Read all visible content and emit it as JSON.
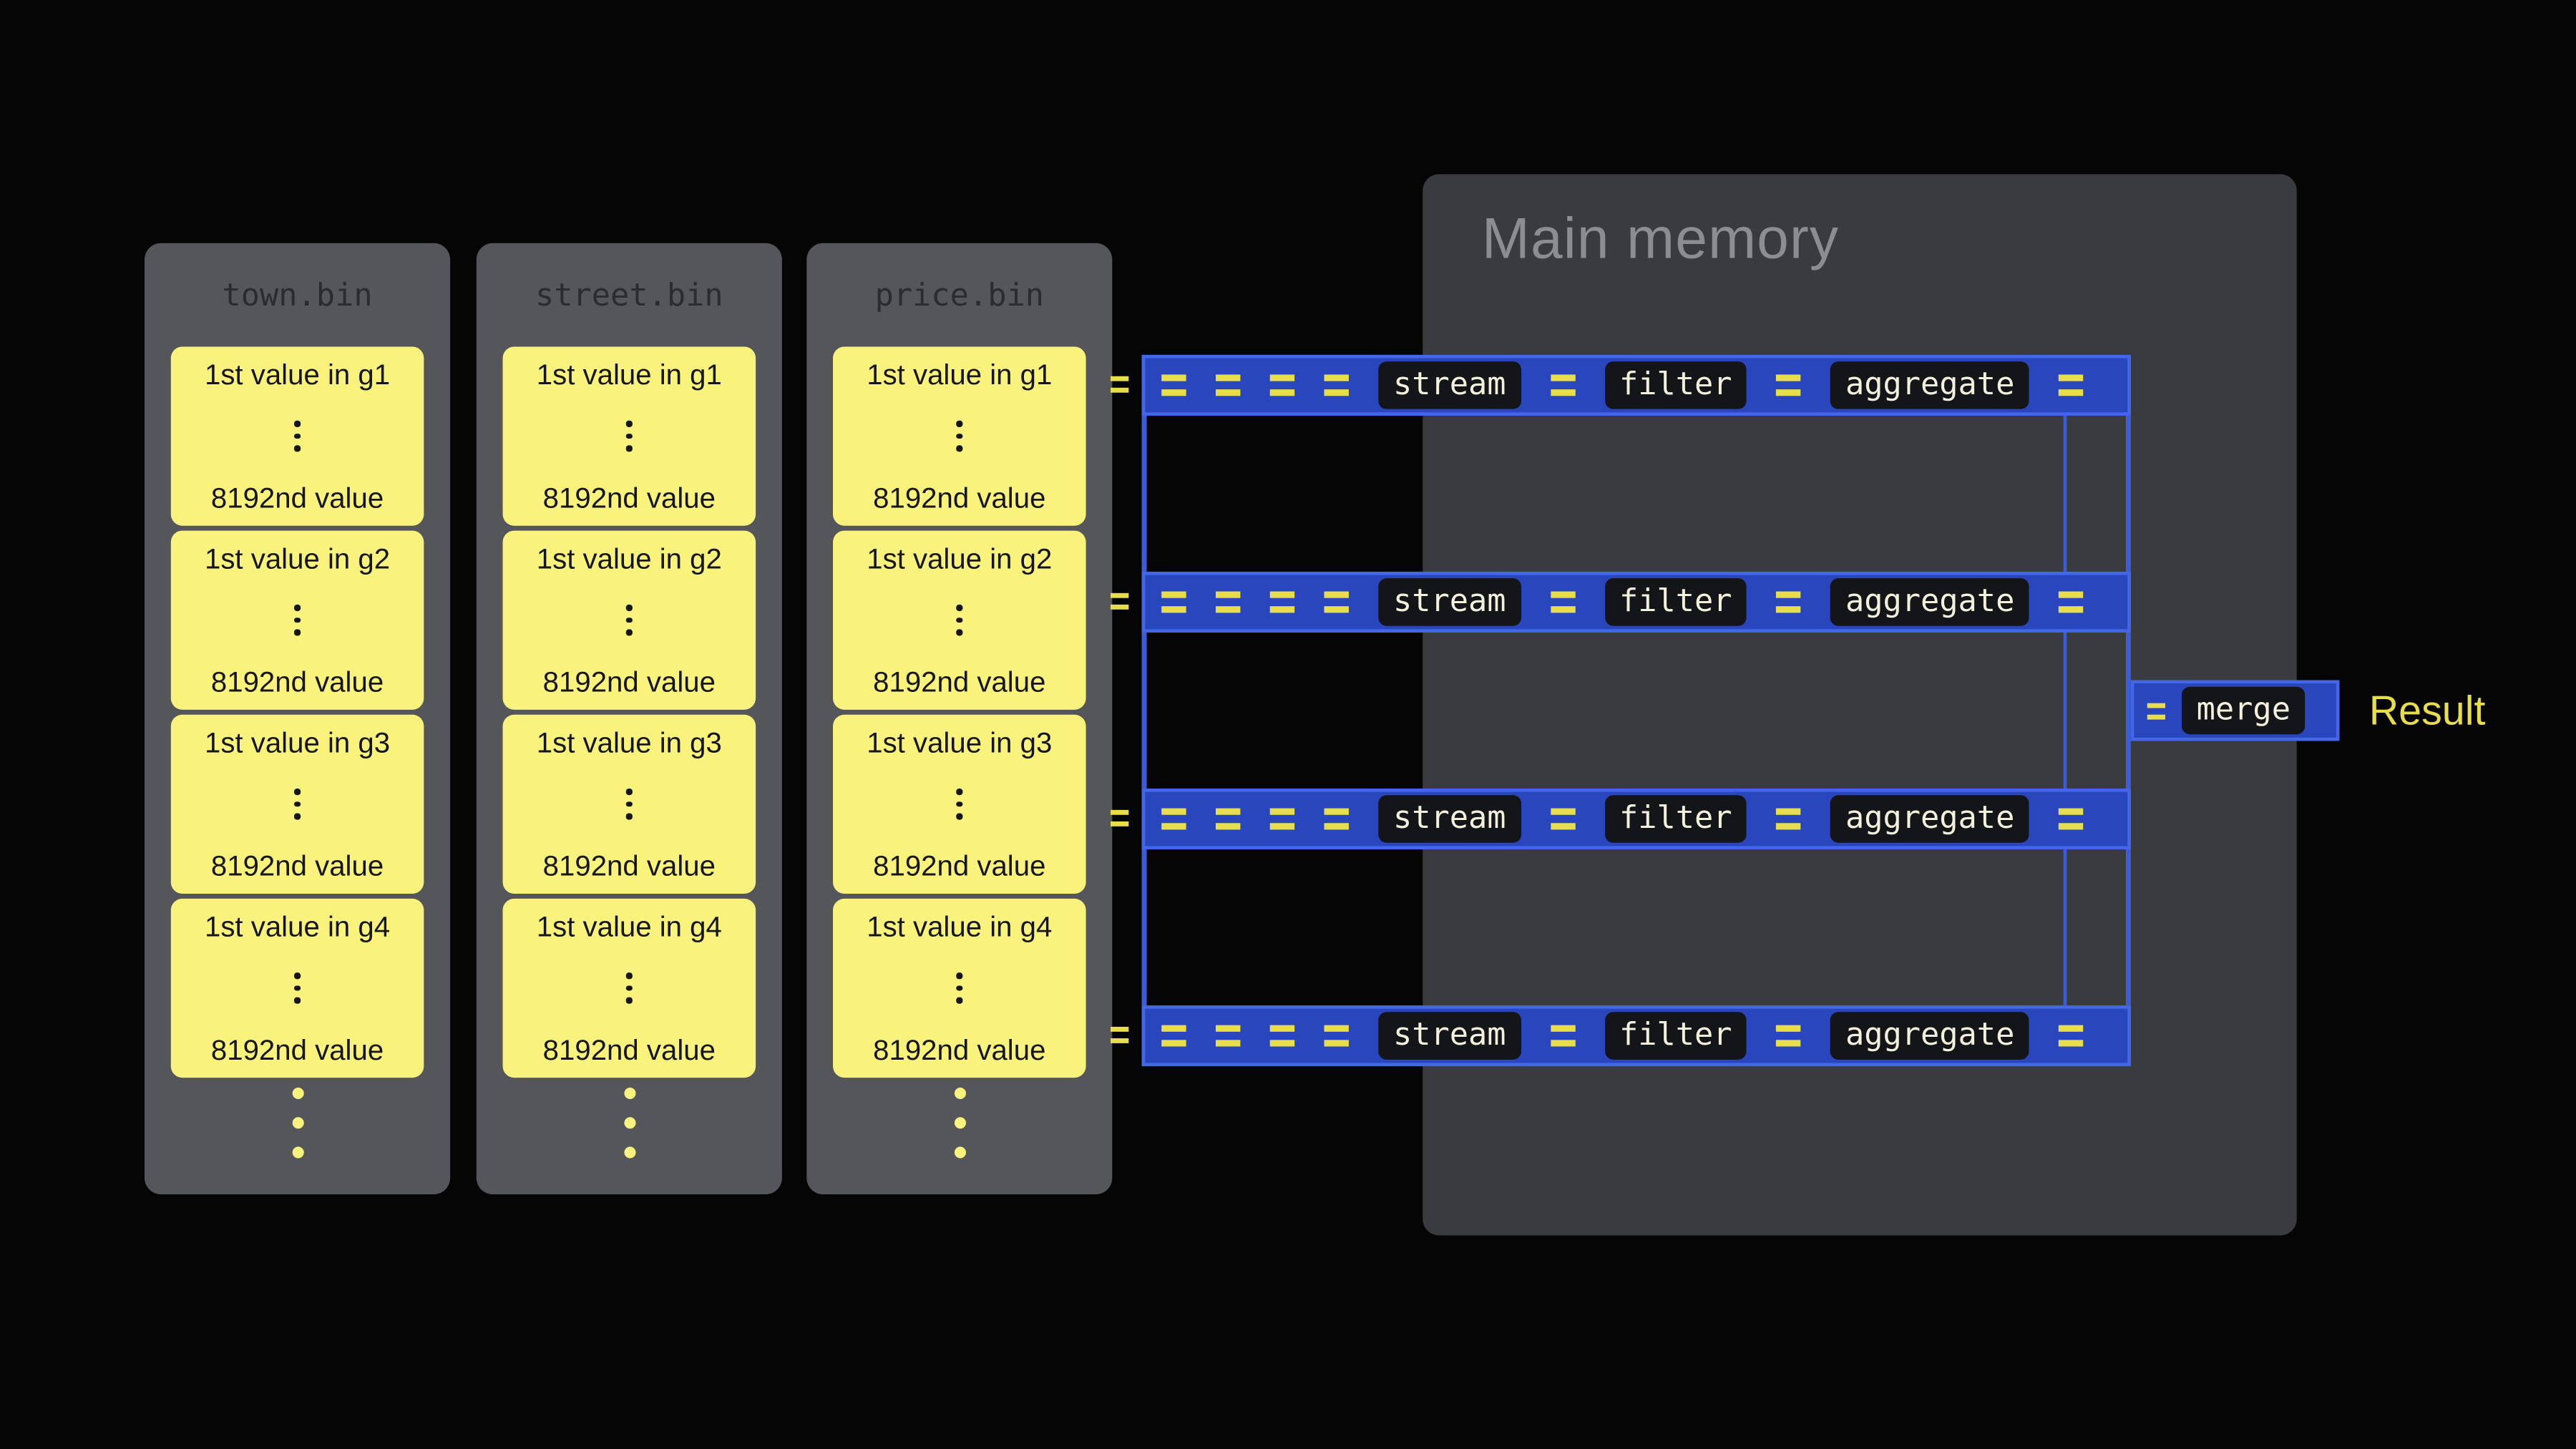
{
  "files": [
    {
      "name": "town.bin"
    },
    {
      "name": "street.bin"
    },
    {
      "name": "price.bin"
    }
  ],
  "groups": [
    {
      "first": "1st value in g1",
      "last": "8192nd value"
    },
    {
      "first": "1st value in g2",
      "last": "8192nd value"
    },
    {
      "first": "1st value in g3",
      "last": "8192nd value"
    },
    {
      "first": "1st value in g4",
      "last": "8192nd value"
    }
  ],
  "memory": {
    "label": "Main memory"
  },
  "pipeline": {
    "stages": [
      "stream",
      "filter",
      "aggregate"
    ]
  },
  "merge": {
    "label": "merge"
  },
  "result": {
    "label": "Result"
  },
  "colors": {
    "bg": "#050506",
    "file_bg": "#55565a",
    "file_label": "#2b2c2f",
    "cell_bg": "#f9f37e",
    "cell_text": "#161616",
    "memory_bg": "#3a3b3e",
    "memory_label": "#8b8d91",
    "pipe_fill": "#2946bd",
    "pipe_border": "#4466e8",
    "loop_border": "#3c5cd9",
    "chip_bg": "#141519",
    "chip_text": "#f3f0dc",
    "dash": "#e8de4c",
    "result": "#e8de4c"
  }
}
